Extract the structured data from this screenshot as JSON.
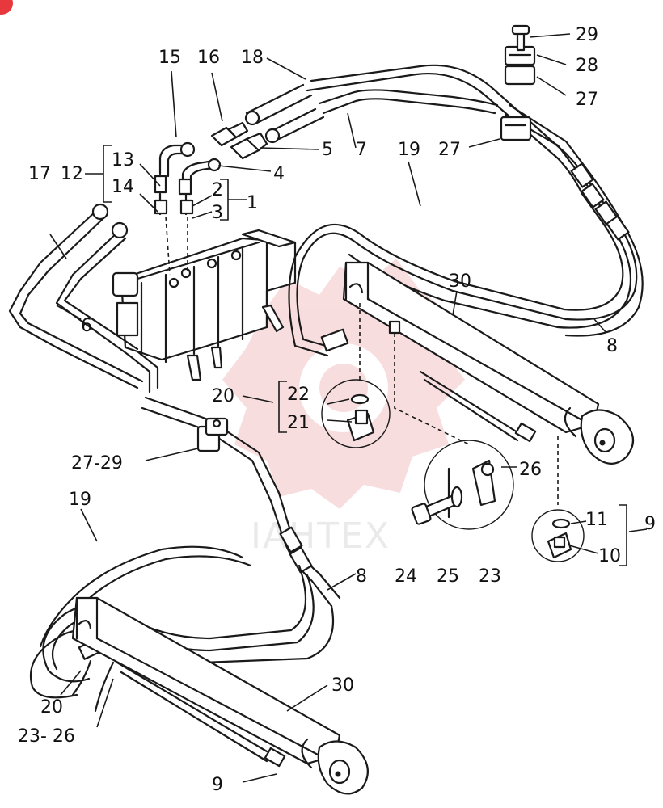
{
  "diagram": {
    "callouts": [
      "1",
      "2",
      "3",
      "4",
      "5",
      "6",
      "7",
      "8",
      "9",
      "10",
      "11",
      "12",
      "13",
      "14",
      "15",
      "16",
      "17",
      "18",
      "19",
      "20",
      "21",
      "22",
      "23",
      "24",
      "25",
      "26",
      "27",
      "28",
      "29",
      "30"
    ],
    "range_callouts": [
      "27-29",
      "23- 26"
    ],
    "watermark": "IAHTEX",
    "accent_color": "#e8383d",
    "watermark_color": "#f3c2c4"
  }
}
